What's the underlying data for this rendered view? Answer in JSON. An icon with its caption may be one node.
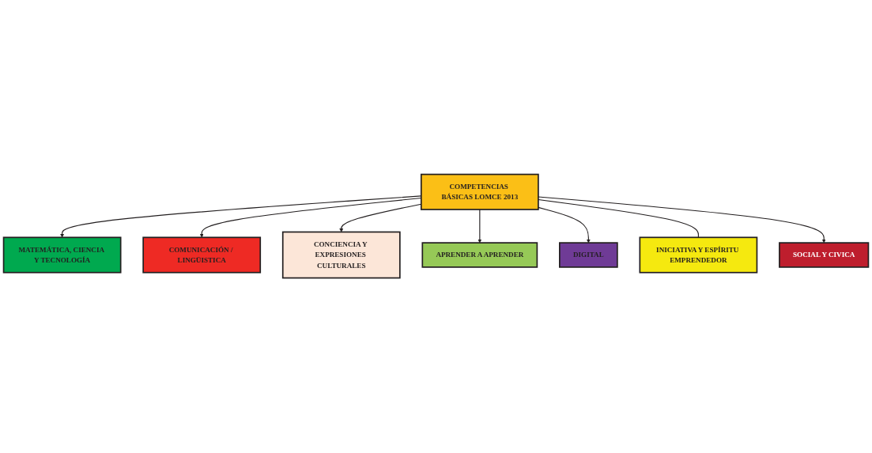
{
  "diagram": {
    "nodes": [
      {
        "text": [
          "COMPETENCIAS BÁSICAS LOMCE 2013"
        ]
      },
      {
        "text": [
          "MATEMÁTICA, CIENCIA Y TECNOLOGÍA"
        ]
      },
      {
        "text": [
          "COMUNICACIÓN / LINGÜISTICA"
        ]
      },
      {
        "text": [
          "CONCIENCIA Y EXPRESIONES CULTURALES"
        ]
      },
      {
        "text": [
          "APRENDER A APRENDER"
        ]
      },
      {
        "text": [
          "DIGITAL"
        ]
      },
      {
        "text": [
          "INICIATIVA Y ESPÍRITU EMPRENDEDOR"
        ]
      },
      {
        "text": [
          "SOCIAL Y CIVICA"
        ]
      }
    ],
    "edges": [
      {
        "from": 0,
        "to": 1,
        "arrow": "to"
      },
      {
        "from": 0,
        "to": 2,
        "arrow": "to"
      },
      {
        "from": 0,
        "to": 3,
        "arrow": "to"
      },
      {
        "from": 0,
        "to": 4,
        "arrow": "to"
      },
      {
        "from": 0,
        "to": 5,
        "arrow": "to"
      },
      {
        "from": 0,
        "to": 6,
        "arrow": "none"
      },
      {
        "from": 0,
        "to": 7,
        "arrow": "to"
      }
    ]
  }
}
